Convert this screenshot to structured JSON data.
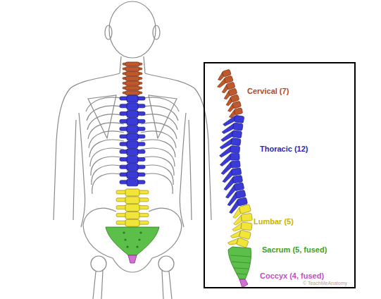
{
  "diagram": {
    "nodes": [
      {
        "text": [
          "Cervical (7)",
          "Thoracic (12)",
          "Lumbar (5)",
          "Sacrum (5, fused)",
          "Coccyx (4, fused)"
        ]
      }
    ],
    "labels": [
      "© TeachMeAnatomy"
    ]
  }
}
